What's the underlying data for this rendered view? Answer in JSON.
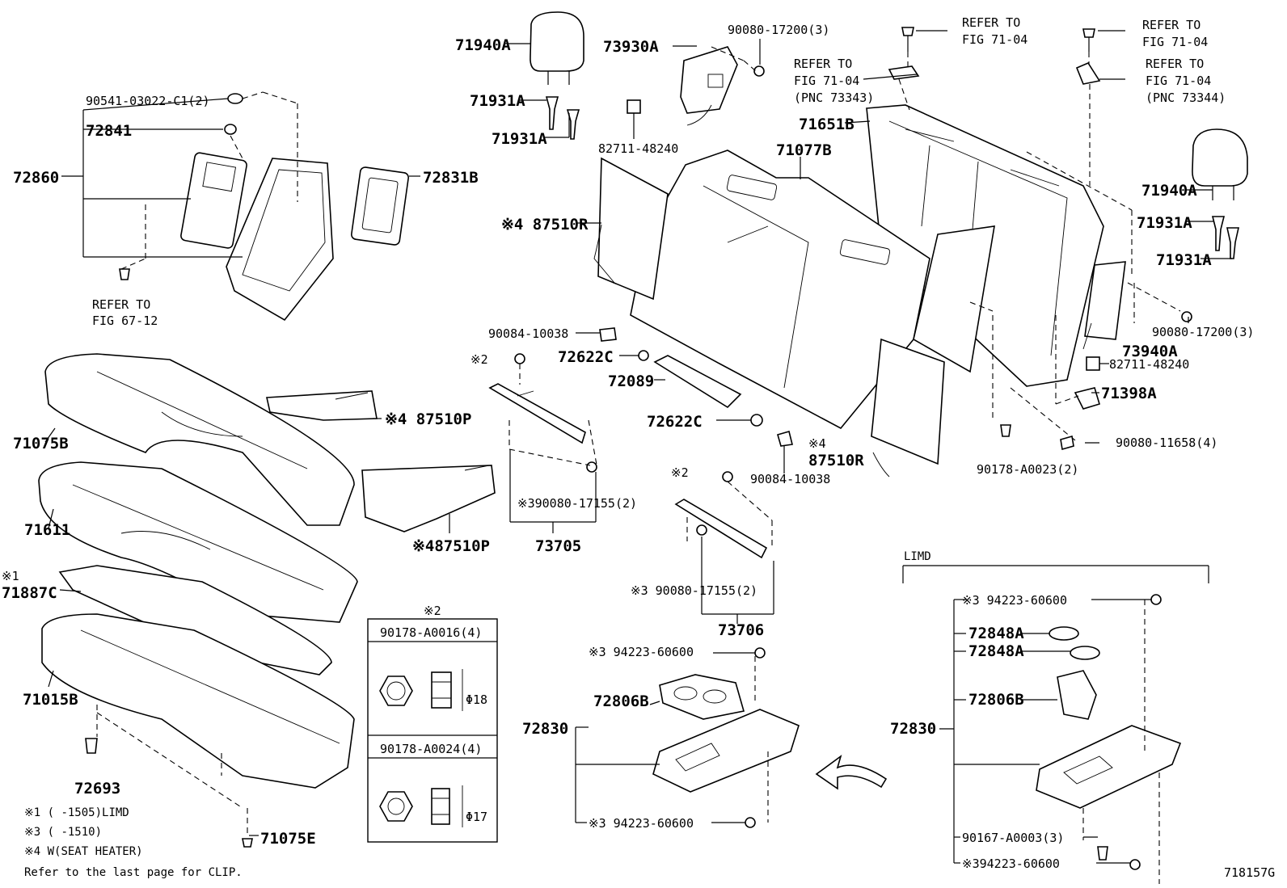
{
  "labels": {
    "l71940a_1": "71940A",
    "l71931a_1": "71931A",
    "l71931a_2": "71931A",
    "l73930a": "73930A",
    "l90080_17200_1": "90080-17200(3)",
    "l82711_1": "82711-48240",
    "l90541": "90541-03022-C1(2)",
    "l72841": "72841",
    "l72860": "72860",
    "l72831b": "72831B",
    "l_refer_67": "REFER TO",
    "l_fig_67": "FIG 67-12",
    "l_refer_a": "REFER TO",
    "l_fig_a": "FIG 71-04",
    "l_refer_b": "REFER TO",
    "l_fig_b": "FIG 71-04",
    "l_pnc_b": "(PNC 73343)",
    "l_refer_c": "REFER TO",
    "l_fig_c": "FIG 71-04",
    "l_refer_d": "REFER TO",
    "l_fig_d": "FIG 71-04",
    "l_pnc_d": "(PNC 73344)",
    "l71651b": "71651B",
    "l71077b": "71077B",
    "l71940a_2": "71940A",
    "l71931a_3": "71931A",
    "l71931a_4": "71931A",
    "l87510r_1": "※4 87510R",
    "l90084_1": "90084-10038",
    "l72622c_1": "72622C",
    "l72089": "72089",
    "l72622c_2": "72622C",
    "l87510r_2": "87510R",
    "l87510r_2_mark": "※4",
    "l90084_2": "90084-10038",
    "l90080_17200_2": "90080-17200(3)",
    "l73940a": "73940A",
    "l82711_2": "82711-48240",
    "l71398a": "71398A",
    "l90080_11658": "90080-11658(4)",
    "l90178_a0023": "90178-A0023(2)",
    "l_m2_a": "※2",
    "l87510p_1": "※4 87510P",
    "l71075b": "71075B",
    "l71611": "71611",
    "l87510p_2": "※487510P",
    "l90080_17155_1": "※390080-17155(2)",
    "l73705": "73705",
    "l_m2_b": "※2",
    "l90080_17155_2": "※3 90080-17155(2)",
    "l73706": "73706",
    "l_m1": "※1",
    "l71887c": "71887C",
    "l71015b": "71015B",
    "l72693": "72693",
    "l71075e": "71075E",
    "l_box_title": "※2",
    "l_box_a": "90178-A0016(4)",
    "l_box_a_dim": "Φ18",
    "l_box_b": "90178-A0024(4)",
    "l_box_b_dim": "Φ17",
    "l94223_1": "※3 94223-60600",
    "l72806b_1": "72806B",
    "l72830_1": "72830",
    "l94223_2": "※3 94223-60600",
    "l_limd": "LIMD",
    "l94223_3": "※3  94223-60600",
    "l72848a_1": "72848A",
    "l72848a_2": "72848A",
    "l72806b_2": "72806B",
    "l72830_2": "72830",
    "l90167": "90167-A0003(3)",
    "l94223_4": "※394223-60600",
    "l_note1": "※1 (    -1505)LIMD",
    "l_note3": "※3 (    -1510)",
    "l_note4": "※4 W(SEAT HEATER)",
    "l_clip": "Refer to the last page for CLIP.",
    "l_figno": "718157G"
  }
}
